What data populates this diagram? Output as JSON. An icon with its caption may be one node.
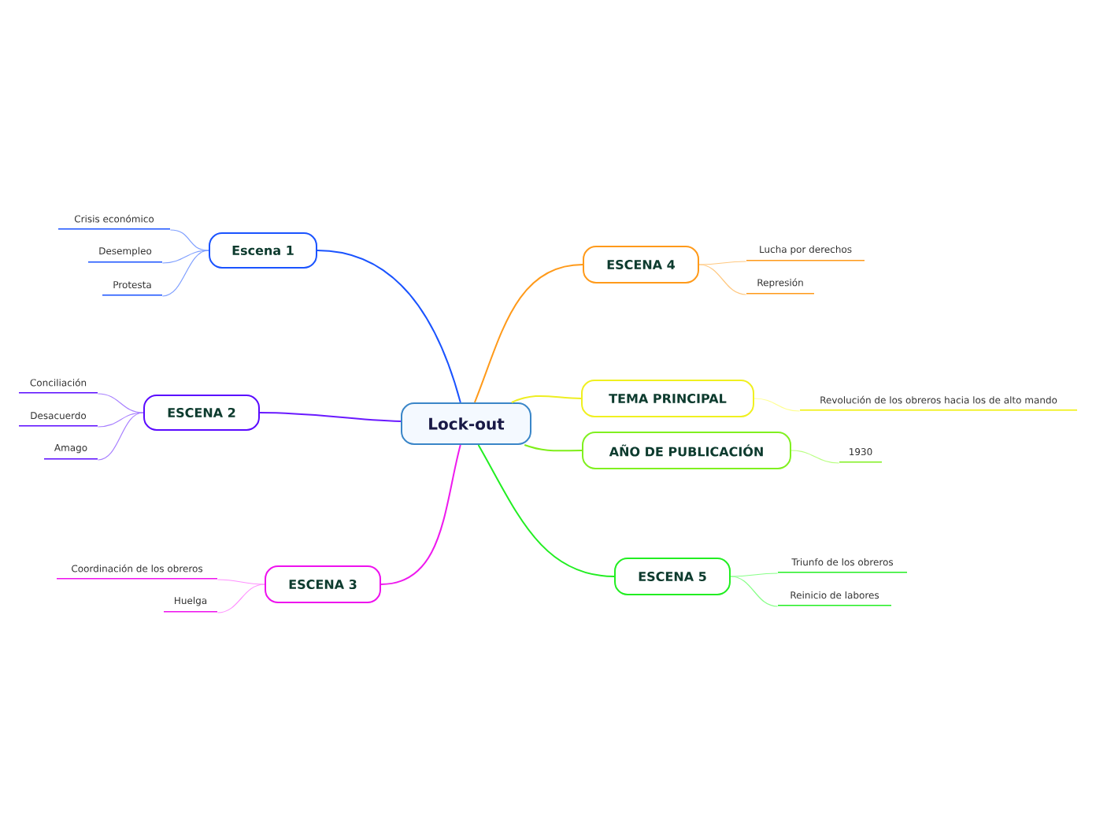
{
  "diagram": {
    "nodes": [
      {
        "text": [
          "Lock-out"
        ]
      },
      {
        "text": [
          "Escena 1"
        ]
      },
      {
        "text": [
          "Crisis económico"
        ]
      },
      {
        "text": [
          "Desempleo"
        ]
      },
      {
        "text": [
          "Protesta"
        ]
      },
      {
        "text": [
          "ESCENA 2"
        ]
      },
      {
        "text": [
          "Conciliación"
        ]
      },
      {
        "text": [
          "Desacuerdo"
        ]
      },
      {
        "text": [
          "Amago"
        ]
      },
      {
        "text": [
          "ESCENA 3"
        ]
      },
      {
        "text": [
          "Coordinación de los obreros"
        ]
      },
      {
        "text": [
          "Huelga"
        ]
      },
      {
        "text": [
          "ESCENA 4"
        ]
      },
      {
        "text": [
          "Lucha por derechos"
        ]
      },
      {
        "text": [
          "Represión"
        ]
      },
      {
        "text": [
          "TEMA PRINCIPAL"
        ]
      },
      {
        "text": [
          "Revolución de los obreros hacia los de alto mando"
        ]
      },
      {
        "text": [
          "AÑO DE PUBLICACIÓN"
        ]
      },
      {
        "text": [
          "1930"
        ]
      },
      {
        "text": [
          "ESCENA 5"
        ]
      },
      {
        "text": [
          "Triunfo de los obreros"
        ]
      },
      {
        "text": [
          "Reinicio de labores"
        ]
      }
    ],
    "edges": [
      {
        "from": 0,
        "to": 1,
        "arrow": "none",
        "color": "#1a53ff"
      },
      {
        "from": 1,
        "to": 2,
        "arrow": "none",
        "color": "#80a0ff"
      },
      {
        "from": 1,
        "to": 3,
        "arrow": "none",
        "color": "#80a0ff"
      },
      {
        "from": 1,
        "to": 4,
        "arrow": "none",
        "color": "#80a0ff"
      },
      {
        "from": 0,
        "to": 5,
        "arrow": "none",
        "color": "#6a1aff"
      },
      {
        "from": 5,
        "to": 6,
        "arrow": "none",
        "color": "#a880ff"
      },
      {
        "from": 5,
        "to": 7,
        "arrow": "none",
        "color": "#a880ff"
      },
      {
        "from": 5,
        "to": 8,
        "arrow": "none",
        "color": "#a880ff"
      },
      {
        "from": 0,
        "to": 9,
        "arrow": "none",
        "color": "#ee1aee"
      },
      {
        "from": 9,
        "to": 10,
        "arrow": "none",
        "color": "#ff90ff"
      },
      {
        "from": 9,
        "to": 11,
        "arrow": "none",
        "color": "#ff90ff"
      },
      {
        "from": 0,
        "to": 12,
        "arrow": "none",
        "color": "#ff9a1a"
      },
      {
        "from": 12,
        "to": 13,
        "arrow": "none",
        "color": "#ffc880"
      },
      {
        "from": 12,
        "to": 14,
        "arrow": "none",
        "color": "#ffc880"
      },
      {
        "from": 0,
        "to": 15,
        "arrow": "none",
        "color": "#eeee22"
      },
      {
        "from": 15,
        "to": 16,
        "arrow": "none",
        "color": "#ffff90"
      },
      {
        "from": 0,
        "to": 17,
        "arrow": "none",
        "color": "#7fee1a"
      },
      {
        "from": 17,
        "to": 18,
        "arrow": "none",
        "color": "#b8ff80"
      },
      {
        "from": 0,
        "to": 19,
        "arrow": "none",
        "color": "#22ee22"
      },
      {
        "from": 19,
        "to": 20,
        "arrow": "none",
        "color": "#88ff88"
      },
      {
        "from": 19,
        "to": 21,
        "arrow": "none",
        "color": "#88ff88"
      }
    ]
  }
}
